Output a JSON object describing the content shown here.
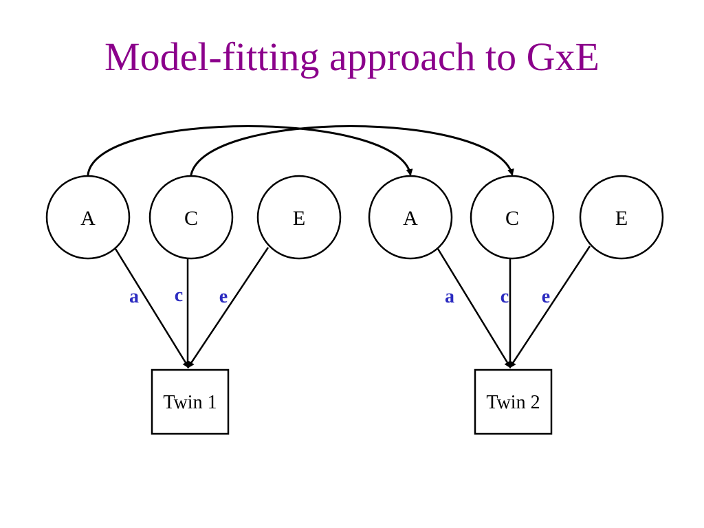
{
  "title": "Model-fitting approach to GxE",
  "colors": {
    "title": "#8B008B",
    "path_label": "#2B2BC0",
    "stroke": "#000000"
  },
  "twin1": {
    "latents": [
      "A",
      "C",
      "E"
    ],
    "paths": [
      "a",
      "c",
      "e"
    ],
    "observed": "Twin 1"
  },
  "twin2": {
    "latents": [
      "A",
      "C",
      "E"
    ],
    "paths": [
      "a",
      "c",
      "e"
    ],
    "observed": "Twin 2"
  }
}
